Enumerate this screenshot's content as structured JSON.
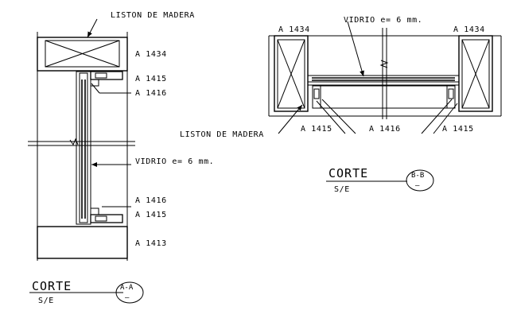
{
  "left_section": {
    "label_liston": "LISTON DE MADERA",
    "label_a1434": "A 1434",
    "label_a1415_top": "A 1415",
    "label_a1416_top": "A 1416",
    "label_vidrio": "VIDRIO e= 6 mm.",
    "label_a1416_bottom": "A 1416",
    "label_a1415_bottom": "A 1415",
    "label_a1413": "A 1413",
    "title": "CORTE",
    "scale": "S/E",
    "cut_id": "A-A",
    "cut_dash": "—"
  },
  "right_section": {
    "label_a1434_left": "A 1434",
    "label_a1434_right": "A 1434",
    "label_vidrio": "VIDRIO e= 6 mm.",
    "label_liston": "LISTON DE MADERA",
    "label_a1415_left": "A 1415",
    "label_a1416": "A 1416",
    "label_a1415_right": "A 1415",
    "title": "CORTE",
    "scale": "S/E",
    "cut_id": "B-B",
    "cut_dash": "—"
  },
  "colors": {
    "line": "#000000",
    "background": "#ffffff"
  }
}
